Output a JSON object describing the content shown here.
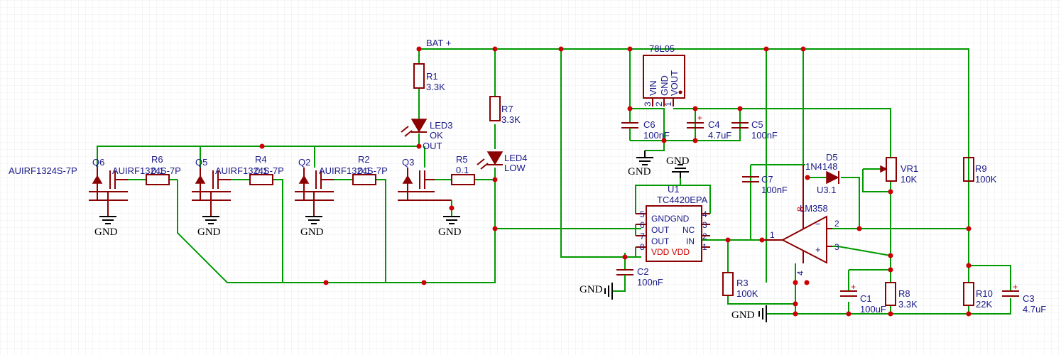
{
  "labels": {
    "bat": "BAT +",
    "r1_ref": "R1",
    "r1_val": "3.3K",
    "r7_ref": "R7",
    "r7_val": "3.3K",
    "led3_ref": "LED3",
    "led3_val": "OK",
    "led4_ref": "LED4",
    "led4_val": "LOW",
    "out": "OUT",
    "r5_ref": "R5",
    "r5_val": "0.1",
    "r6_ref": "R6",
    "r6_val": "0.1",
    "r4_ref": "R4",
    "r4_val": "0.1",
    "r2_ref": "R2",
    "r2_val": "0.1",
    "q6_ref": "Q6",
    "q5_ref": "Q5",
    "q2_ref": "Q2",
    "q3_ref": "Q3",
    "mosfet": "AUIRF1324S-7P",
    "reg": "78L05",
    "reg_vin": "VIN",
    "reg_gnd": "GND",
    "reg_vout": "VOUT",
    "reg_p3": "3",
    "reg_p2": "2",
    "reg_p1": "1",
    "c6_ref": "C6",
    "c6_val": "100nF",
    "c4_ref": "C4",
    "c4_val": "4.7uF",
    "c5_ref": "C5",
    "c5_val": "100nF",
    "c7_ref": "C7",
    "c7_val": "100nF",
    "c2_ref": "C2",
    "c2_val": "100nF",
    "c1_ref": "C1",
    "c1_val": "100uF",
    "c3_ref": "C3",
    "c3_val": "4.7uF",
    "d5_ref": "D5",
    "d5_val": "1N4148",
    "vr1_ref": "VR1",
    "vr1_val": "10K",
    "r9_ref": "R9",
    "r9_val": "100K",
    "r3_ref": "R3",
    "r3_val": "100K",
    "r8_ref": "R8",
    "r8_val": "3.3K",
    "r10_ref": "R10",
    "r10_val": "22K",
    "u1_ref": "U1",
    "u1_val": "TC4420EPA",
    "u1_pin_gnd": "GNDGND",
    "u1_pin_out": "OUT",
    "u1_pin_nc": "NC",
    "u1_pin_in": "IN",
    "u1_pin_vdd": "VDD VDD",
    "u1_n5": "5",
    "u1_n4": "4",
    "u1_n6": "6",
    "u1_n3": "3",
    "u1_n7": "7",
    "u1_n2": "2",
    "u1_n8": "8",
    "u1_n1": "1",
    "u3_ref": "U3.1",
    "u3_val": "LM358",
    "u3_n8": "8",
    "u3_n1": "1",
    "u3_n2": "2",
    "u3_n3": "3",
    "u3_n4": "4",
    "gnd": "GND"
  }
}
